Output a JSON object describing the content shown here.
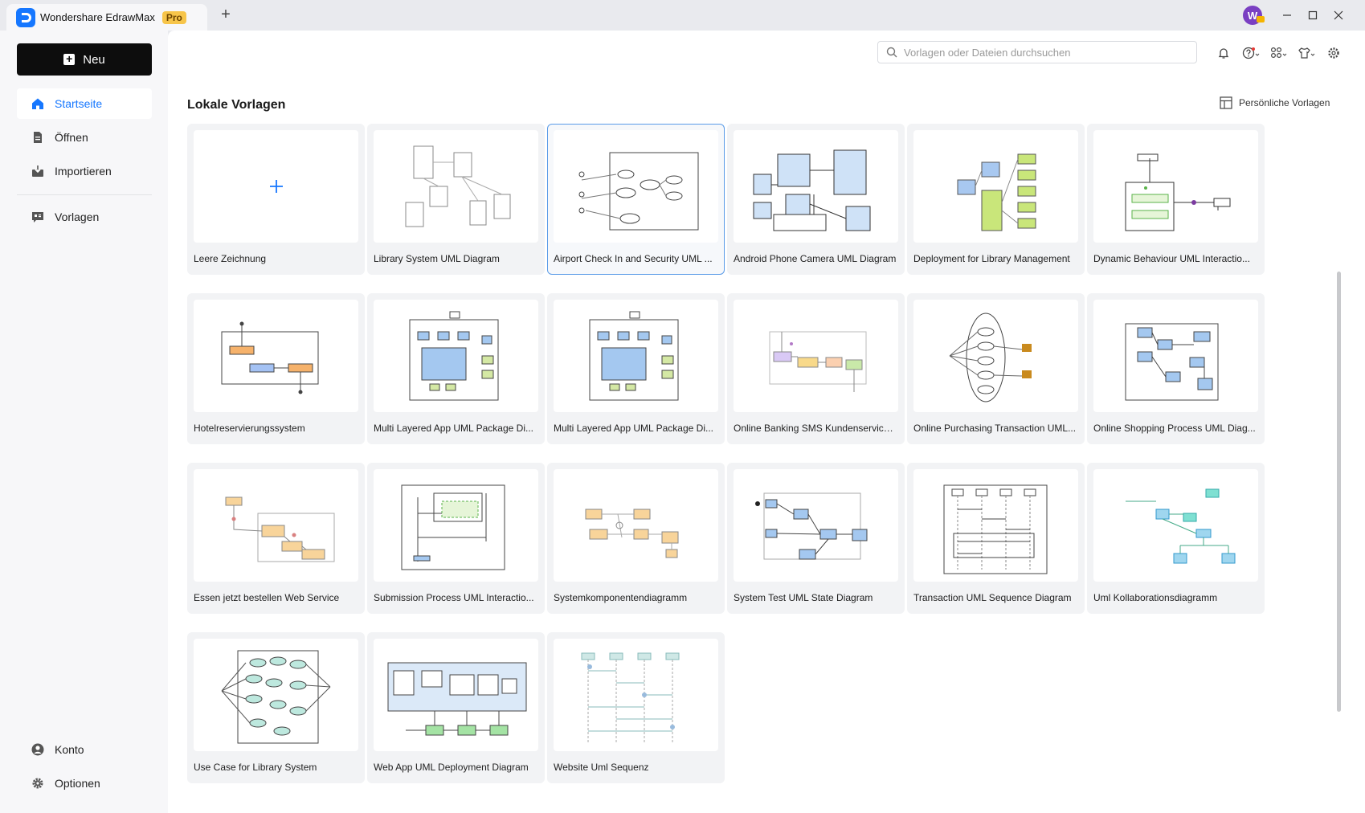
{
  "app": {
    "name": "Wondershare EdrawMax",
    "badge": "Pro",
    "avatar_letter": "W",
    "accent": "#1677ff"
  },
  "sidebar": {
    "new_label": "Neu",
    "items": [
      {
        "label": "Startseite",
        "icon": "home-icon",
        "active": true
      },
      {
        "label": "Öffnen",
        "icon": "file-icon"
      },
      {
        "label": "Importieren",
        "icon": "import-icon"
      },
      {
        "label": "Vorlagen",
        "icon": "templates-icon"
      }
    ],
    "bottom_items": [
      {
        "label": "Konto",
        "icon": "account-icon"
      },
      {
        "label": "Optionen",
        "icon": "gear-icon"
      }
    ]
  },
  "header": {
    "search_placeholder": "Vorlagen oder Dateien durchsuchen"
  },
  "main": {
    "section_title": "Lokale Vorlagen",
    "personal_label": "Persönliche Vorlagen",
    "cards": [
      {
        "title": "Leere Zeichnung",
        "blank": true
      },
      {
        "title": "Library System UML Diagram"
      },
      {
        "title": "Airport Check In and Security UML ...",
        "selected": true
      },
      {
        "title": "Android Phone Camera UML Diagram"
      },
      {
        "title": "Deployment for Library Management"
      },
      {
        "title": "Dynamic Behaviour UML Interactio..."
      },
      {
        "title": "Hotelreservierungssystem"
      },
      {
        "title": "Multi Layered App UML Package Di..."
      },
      {
        "title": "Multi Layered App UML Package Di..."
      },
      {
        "title": "Online Banking SMS Kundenservice ..."
      },
      {
        "title": "Online Purchasing Transaction UML..."
      },
      {
        "title": "Online Shopping Process UML Diag..."
      },
      {
        "title": "Essen jetzt bestellen Web Service"
      },
      {
        "title": "Submission Process UML Interactio..."
      },
      {
        "title": "Systemkomponentendiagramm"
      },
      {
        "title": "System Test UML State Diagram"
      },
      {
        "title": "Transaction UML Sequence Diagram"
      },
      {
        "title": "Uml Kollaborationsdiagramm"
      },
      {
        "title": "Use Case for Library System"
      },
      {
        "title": "Web App UML Deployment Diagram"
      },
      {
        "title": "Website Uml Sequenz"
      }
    ]
  }
}
